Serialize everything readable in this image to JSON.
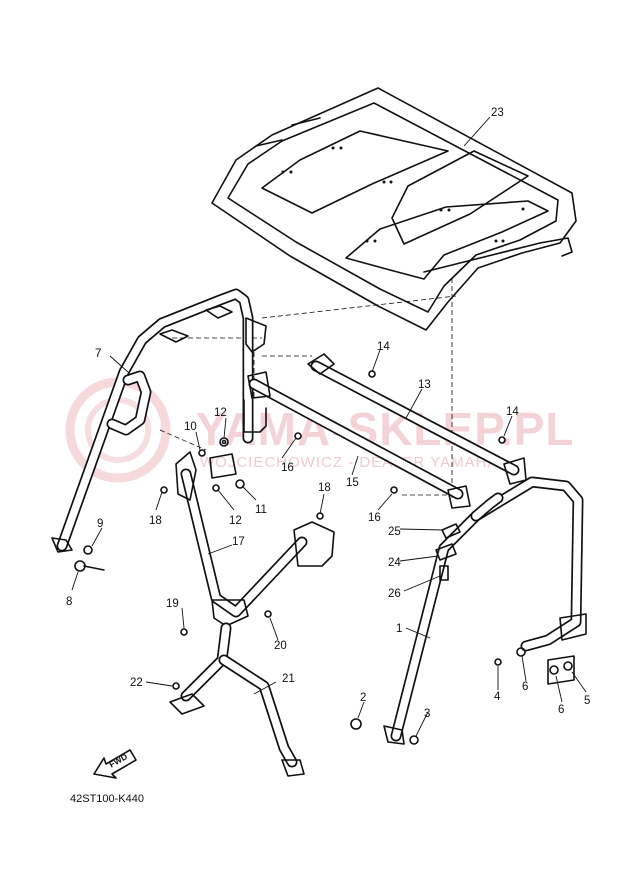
{
  "diagram_code": "42ST100-K440",
  "fwd_label": "FWD",
  "watermark": {
    "main": "YAMA-SKLEP.PL",
    "sub": "WOJCIECHOWICZ - DEALER YAMAHA"
  },
  "callouts": [
    "1",
    "2",
    "3",
    "4",
    "5",
    "6",
    "6",
    "7",
    "8",
    "9",
    "10",
    "11",
    "12",
    "12",
    "13",
    "14",
    "14",
    "15",
    "16",
    "16",
    "17",
    "18",
    "18",
    "19",
    "20",
    "21",
    "22",
    "23",
    "24",
    "25",
    "26"
  ]
}
